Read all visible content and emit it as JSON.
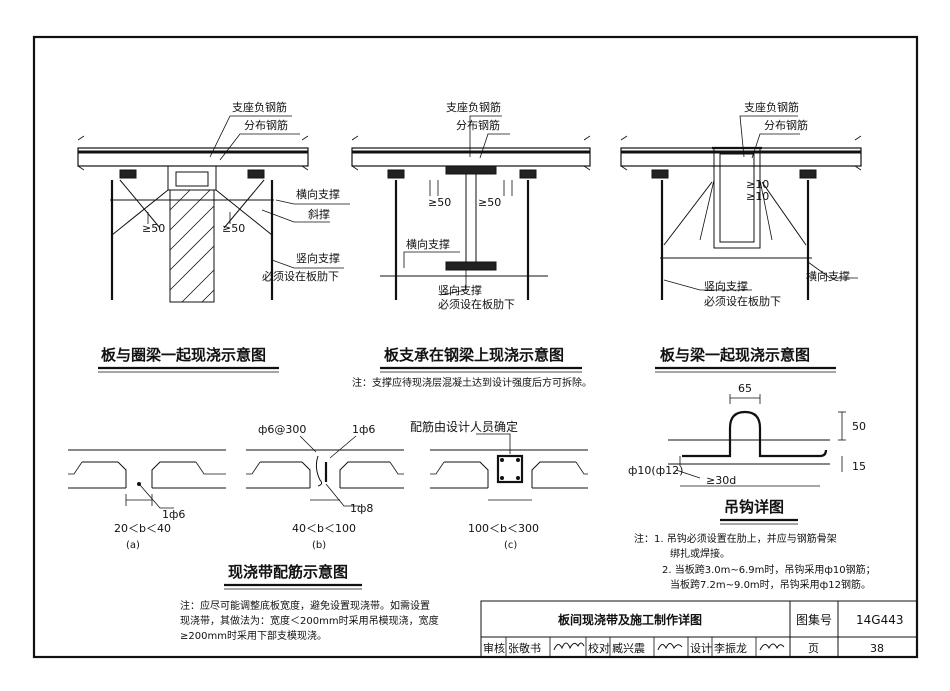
{
  "diagram1": {
    "title": "板与圈梁一起现浇示意图",
    "labels": [
      "支座负钢筋",
      "分布钢筋",
      "横向支撑",
      "斜撑",
      "竖向支撑",
      "必须设在板肋下"
    ],
    "dim_left": "≥50",
    "dim_right": "≥50"
  },
  "diagram2": {
    "title": "板支承在钢梁上现浇示意图",
    "labels": [
      "支座负钢筋",
      "分布钢筋",
      "横向支撑",
      "竖向支撑",
      "必须设在板肋下"
    ],
    "dim_left": "≥50",
    "dim_right": "≥50",
    "note": "注：支撑应待现浇层混凝土达到设计强度后方可拆除。"
  },
  "diagram3": {
    "title": "板与梁一起现浇示意图",
    "labels": [
      "支座负钢筋",
      "分布钢筋",
      "横向支撑",
      "竖向支撑",
      "必须设在板肋下"
    ],
    "dim_a": "≥10",
    "dim_b": "≥10"
  },
  "strip": {
    "title": "现浇带配筋示意图",
    "a": {
      "rebar": "1ф6",
      "range": "20＜b＜40",
      "tag": "(a)"
    },
    "b": {
      "rebar_top_left": "ф6@300",
      "rebar_top_right": "1ф6",
      "rebar_bottom": "1ф8",
      "range": "40＜b＜100",
      "tag": "(b)"
    },
    "c": {
      "note": "配筋由设计人员确定",
      "range": "100＜b＜300",
      "tag": "(c)"
    },
    "note_line1": "注：应尽可能调整底板宽度，避免设置现浇带。如需设置",
    "note_line2": "现浇带，其做法为：宽度＜200mm时采用吊模现浇，宽度",
    "note_line3": "≥200mm时采用下部支模现浇。"
  },
  "hook": {
    "title": "吊钩详图",
    "dim_top": "65",
    "dim_height": "50",
    "dim_side": "15",
    "bar": "ф10(ф12)",
    "anchor": "≥30d",
    "note_line1": "注：1. 吊钩必须设置在肋上，并应与钢筋骨架",
    "note_line2": "绑扎或焊接。",
    "note_line3": "2. 当板跨3.0m~6.9m时，吊钩采用ф10钢筋；",
    "note_line4": "当板跨7.2m~9.0m时，吊钩采用ф12钢筋。"
  },
  "title_block": {
    "drawing_title": "板间现浇带及施工制作详图",
    "atlas_label": "图集号",
    "atlas_no": "14G443",
    "review_label": "审核",
    "reviewer": "张敬书",
    "check_label": "校对",
    "checker": "臧兴震",
    "design_label": "设计",
    "designer": "李振龙",
    "page_label": "页",
    "page_no": "38"
  }
}
